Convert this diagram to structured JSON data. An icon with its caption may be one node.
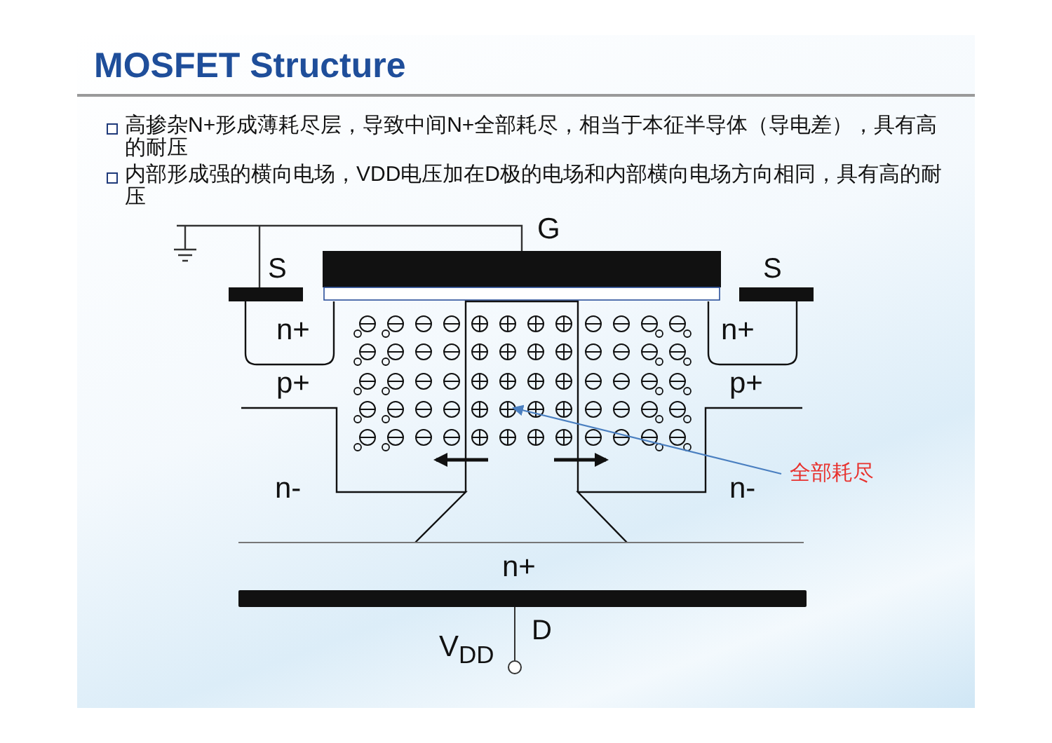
{
  "diagram": {
    "title": "MOSFET Structure",
    "nodes": [
      {
        "text": [
          "全部耗尽"
        ]
      },
      {
        "text": [],
        "shape": "box"
      }
    ],
    "edges": [
      {
        "from": 0,
        "to": 1,
        "arrow": "to"
      }
    ],
    "labels": [
      "高掺杂N+形成薄耗尽层，导致中间N+全部耗尽，相当于本征半导体（导电差），具有高的耐压",
      "内部形成强的横向电场，VDD电压加在D极的电场和内部横向电场方向相同，具有高的耐压",
      "G",
      "S",
      "S",
      "n+",
      "n+",
      "p+",
      "p+",
      "n-",
      "n-",
      "n+",
      "D",
      "V$_{DD}$"
    ]
  }
}
